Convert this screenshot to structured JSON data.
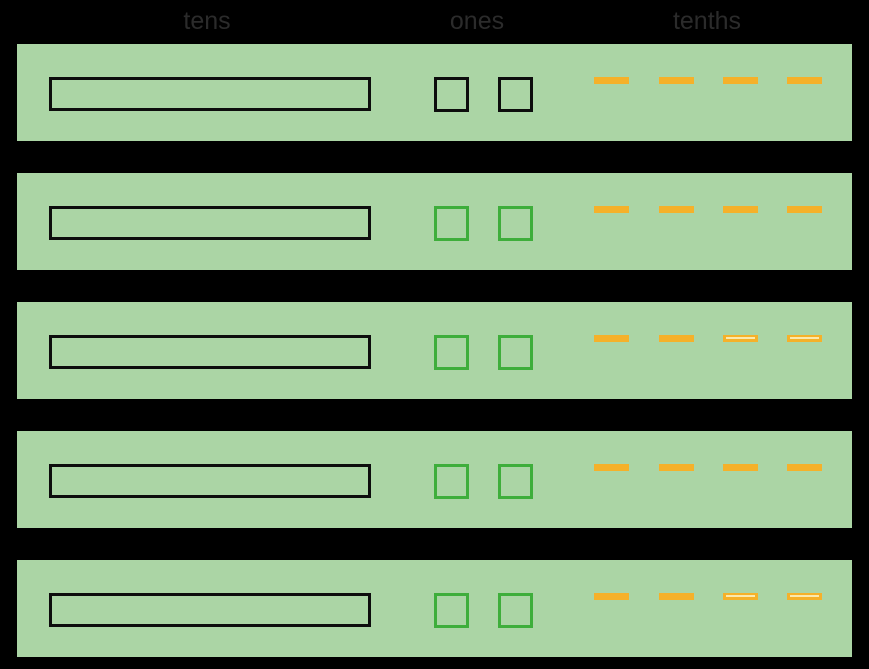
{
  "title": "Place value chart with base-ten blocks",
  "header": {
    "labels": [
      "tens",
      "ones",
      "tenths"
    ]
  },
  "colors": {
    "page_background": "#000000",
    "row_background": "#abd5a5",
    "black_outline": "#0d0d0d",
    "green_outline": "#3eae3b",
    "dash_fill": "#f5b12a",
    "dash_highlight": "#fbe9ad",
    "header_text": "#2b2b2b"
  },
  "rows": [
    {
      "name": "row-1",
      "tens_rods": 1,
      "ones_squares": 2,
      "ones_outline_color": "black",
      "tenths_dashes": [
        {
          "style": "solid"
        },
        {
          "style": "solid"
        },
        {
          "style": "solid"
        },
        {
          "style": "solid"
        }
      ]
    },
    {
      "name": "row-2",
      "tens_rods": 1,
      "ones_squares": 2,
      "ones_outline_color": "green",
      "tenths_dashes": [
        {
          "style": "solid"
        },
        {
          "style": "solid"
        },
        {
          "style": "solid"
        },
        {
          "style": "solid"
        }
      ]
    },
    {
      "name": "row-3",
      "tens_rods": 1,
      "ones_squares": 2,
      "ones_outline_color": "green",
      "tenths_dashes": [
        {
          "style": "solid"
        },
        {
          "style": "solid"
        },
        {
          "style": "double"
        },
        {
          "style": "double"
        }
      ]
    },
    {
      "name": "row-4",
      "tens_rods": 1,
      "ones_squares": 2,
      "ones_outline_color": "green",
      "tenths_dashes": [
        {
          "style": "solid"
        },
        {
          "style": "solid"
        },
        {
          "style": "solid"
        },
        {
          "style": "solid"
        }
      ]
    },
    {
      "name": "row-5",
      "tens_rods": 1,
      "ones_squares": 2,
      "ones_outline_color": "green",
      "tenths_dashes": [
        {
          "style": "solid"
        },
        {
          "style": "solid"
        },
        {
          "style": "double"
        },
        {
          "style": "double"
        }
      ]
    }
  ]
}
